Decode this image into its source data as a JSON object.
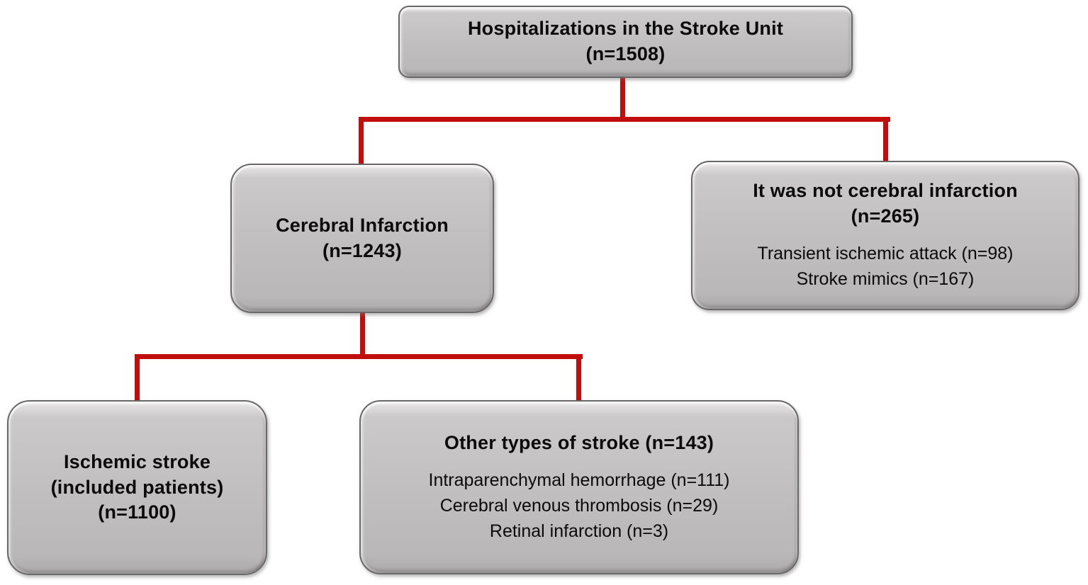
{
  "colors": {
    "connector": "#c20d0d",
    "box_fill": "#bfbdbd",
    "box_border": "#696767",
    "text": "#0b0b0b"
  },
  "nodes": {
    "root": {
      "title": "Hospitalizations in the Stroke Unit",
      "count": "(n=1508)"
    },
    "cerebral": {
      "title": "Cerebral Infarction",
      "count": "(n=1243)"
    },
    "not_cerebral": {
      "title": "It was not cerebral infarction",
      "count": "(n=265)",
      "details": [
        "Transient ischemic attack (n=98)",
        "Stroke mimics (n=167)"
      ]
    },
    "ischemic": {
      "title": "Ischemic stroke",
      "subtitle": "(included patients)",
      "count": "(n=1100)"
    },
    "other": {
      "title": "Other types of stroke (n=143)",
      "details": [
        "Intraparenchymal hemorrhage (n=111)",
        "Cerebral venous thrombosis (n=29)",
        "Retinal infarction (n=3)"
      ]
    }
  }
}
